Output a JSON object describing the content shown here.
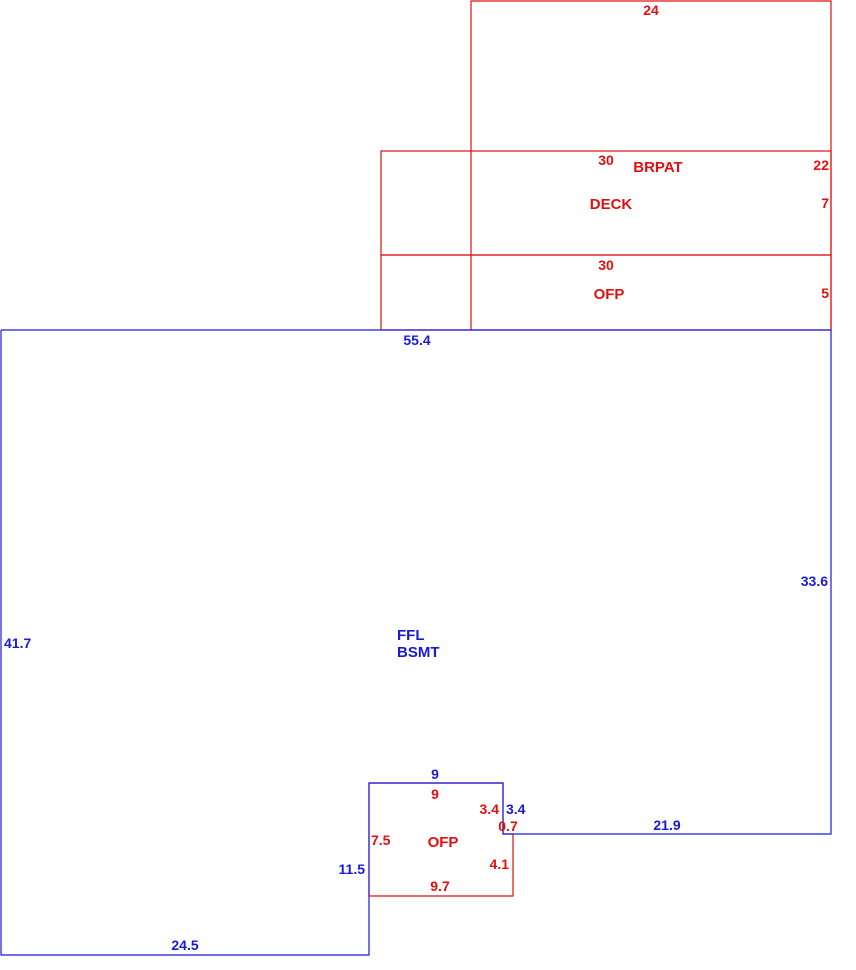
{
  "colors": {
    "living": "#1a1ad6",
    "exterior": "#e01010"
  },
  "main_area": {
    "labels": [
      "FFL",
      "BSMT"
    ],
    "dimensions": {
      "top": "55.4",
      "right": "33.6",
      "left": "41.7",
      "bottom": "24.5",
      "step_bottom": "21.9",
      "notch_left": "11.5",
      "notch_top": "9",
      "notch_right": "3.4"
    }
  },
  "upper_box": {
    "dimensions": {
      "top": "24"
    }
  },
  "brpat": {
    "label": "BRPAT",
    "dimensions": {
      "top": "30",
      "right": "22"
    }
  },
  "deck": {
    "label": "DECK",
    "dimensions": {
      "right": "7"
    }
  },
  "ofp_upper": {
    "label": "OFP",
    "dimensions": {
      "top": "30",
      "right": "5"
    }
  },
  "ofp_lower": {
    "label": "OFP",
    "dimensions": {
      "top": "9",
      "left": "7.5",
      "right_upper": "3.4",
      "right_step": "0.7",
      "right_lower": "4.1",
      "bottom": "9.7"
    }
  }
}
